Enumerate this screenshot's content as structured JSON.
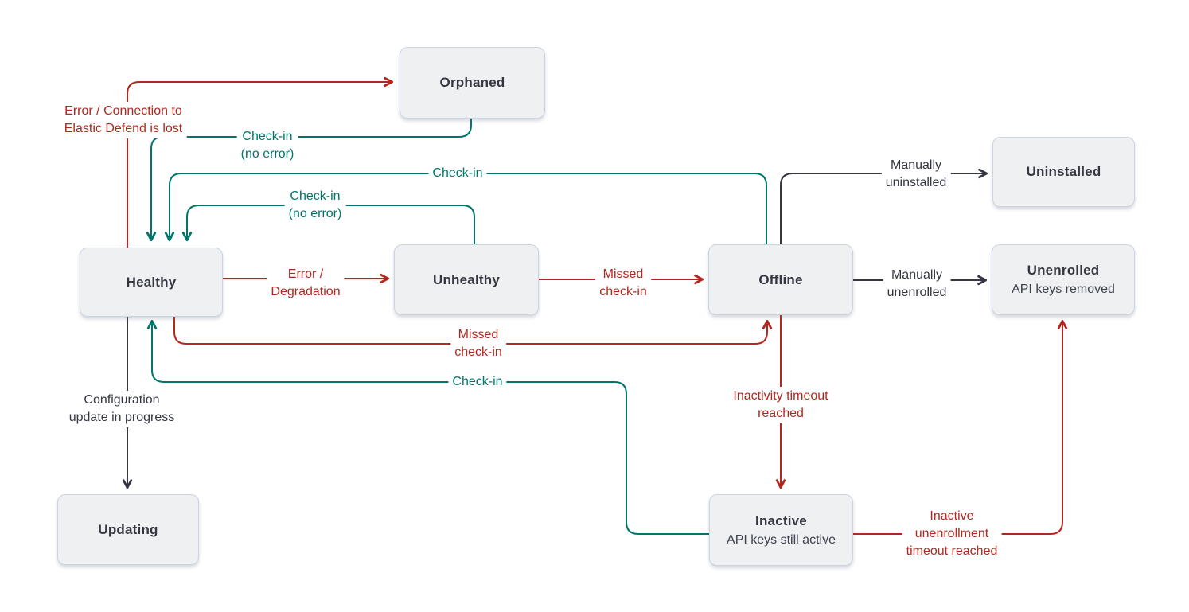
{
  "palette": {
    "red": "#b3271e",
    "teal": "#00756b",
    "dark": "#343741",
    "node_fill": "#eef0f2",
    "node_border": "#cbd4e2",
    "node_text": "#343741"
  },
  "nodes": {
    "orphaned": {
      "title": "Orphaned"
    },
    "uninstalled": {
      "title": "Uninstalled"
    },
    "healthy": {
      "title": "Healthy"
    },
    "unhealthy": {
      "title": "Unhealthy"
    },
    "offline": {
      "title": "Offline"
    },
    "unenrolled": {
      "title": "Unenrolled",
      "subtitle": "API keys removed"
    },
    "updating": {
      "title": "Updating"
    },
    "inactive": {
      "title": "Inactive",
      "subtitle": "API keys still active"
    }
  },
  "edges": {
    "error_connection": {
      "line1": "Error / Connection to",
      "line2": "Elastic Defend is lost"
    },
    "checkin_orphaned": {
      "line1": "Check-in",
      "line2": "(no error)"
    },
    "checkin_offline": {
      "line1": "Check-in"
    },
    "checkin_unhealthy": {
      "line1": "Check-in",
      "line2": "(no error)"
    },
    "error_degradation": {
      "line1": "Error /",
      "line2": "Degradation"
    },
    "missed_checkin_right": {
      "line1": "Missed",
      "line2": "check-in"
    },
    "manually_uninstalled": {
      "line1": "Manually",
      "line2": "uninstalled"
    },
    "manually_unenrolled": {
      "line1": "Manually",
      "line2": "unenrolled"
    },
    "missed_checkin_bottom": {
      "line1": "Missed",
      "line2": "check-in"
    },
    "checkin_inactive": {
      "line1": "Check-in"
    },
    "configuration_update": {
      "line1": "Configuration",
      "line2": "update in progress"
    },
    "inactivity_timeout": {
      "line1": "Inactivity timeout",
      "line2": "reached"
    },
    "inactive_unenrollment": {
      "line1": "Inactive",
      "line2": "unenrollment",
      "line3": "timeout reached"
    }
  }
}
